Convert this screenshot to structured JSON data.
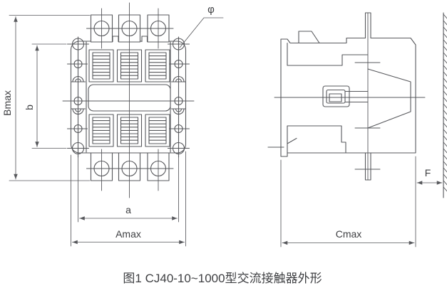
{
  "figure": {
    "caption": "图1 CJ40-10~1000型交流接触器外形"
  },
  "front_view": {
    "dim_labels": {
      "overall_height": "Bmax",
      "mounting_hole_pitch_vertical": "b",
      "mounting_hole_pitch_horizontal": "a",
      "overall_width": "Amax",
      "mounting_hole_diameter": "φ"
    }
  },
  "side_view": {
    "dim_labels": {
      "overall_depth": "Cmax",
      "mounting_clearance": "F"
    }
  },
  "colors": {
    "background": "#ffffff",
    "line": "#57585c",
    "text": "#3e3f42"
  }
}
